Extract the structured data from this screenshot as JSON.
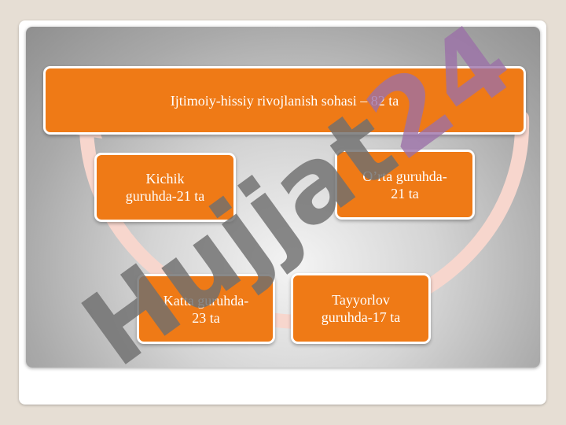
{
  "diagram": {
    "title_node": "Ijtimoiy-hissiy rivojlanish  sohasi – 82 ta",
    "nodes": [
      {
        "label": "Kichik\nguruhda-21 ta"
      },
      {
        "label": "O’rta guruhda-\n21 ta"
      },
      {
        "label": "Katta guruhda-\n23 ta"
      },
      {
        "label": "Tayyorlov\nguruhda-17 ta"
      }
    ]
  },
  "colors": {
    "node_fill": "#ef7a16",
    "node_border": "#ffffff",
    "cycle_arrow": "#f7d6cd"
  },
  "watermark": {
    "text": "Hujjat24"
  }
}
